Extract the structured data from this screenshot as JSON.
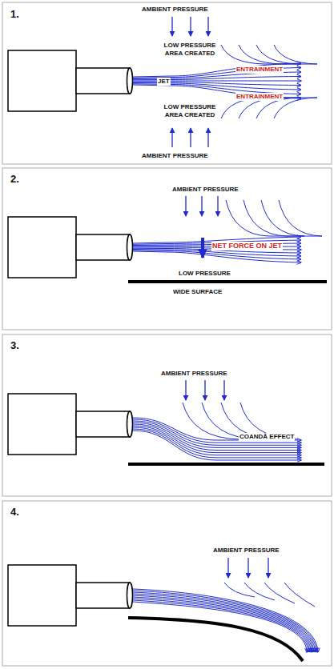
{
  "diagram": {
    "labels": [
      "1.",
      "AMBIENT PRESSURE",
      "LOW PRESSURE AREA CREATED",
      "JET",
      "ENTRAINMENT",
      "ENTRAINMENT",
      "LOW PRESSURE AREA CREATED",
      "AMBIENT PRESSURE",
      "2.",
      "AMBIENT PRESSURE",
      "NET FORCE ON JET",
      "LOW PRESSURE",
      "WIDE SURFACE",
      "3.",
      "AMBIENT PRESSURE",
      "COANDĂ EFFECT",
      "4.",
      "AMBIENT PRESSURE"
    ]
  }
}
